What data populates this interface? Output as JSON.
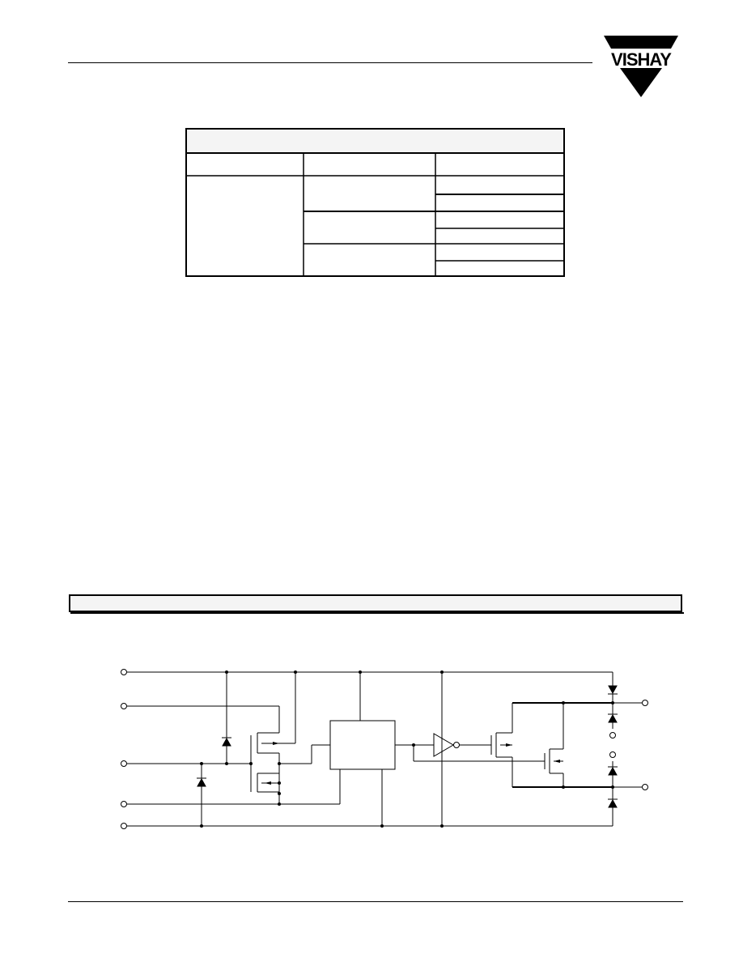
{
  "header": {
    "brand": {
      "name": "VISHAY",
      "icon": "vishay-triangle-logo"
    }
  },
  "spec_table": {
    "title": "",
    "columns": [
      "",
      "",
      ""
    ],
    "rows": []
  },
  "section": {
    "title": ""
  },
  "schematic": {
    "icons": [
      "mosfet-icon",
      "diode-icon",
      "inverter-icon",
      "logic-block",
      "terminal-icon"
    ]
  },
  "colors": {
    "ink": "#000000",
    "paper": "#ffffff",
    "table_header_fill": "#f4f4f4"
  }
}
